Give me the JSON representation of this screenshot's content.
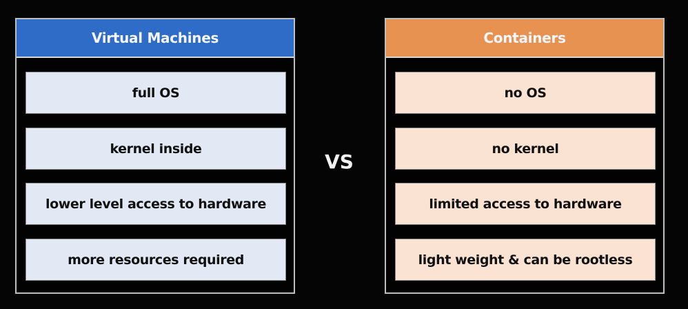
{
  "left_panel": {
    "title": "Virtual Machines",
    "color": "#2e6cc7",
    "items": [
      "full OS",
      "kernel inside",
      "lower level access to hardware",
      "more resources required"
    ]
  },
  "divider": {
    "label": "VS"
  },
  "right_panel": {
    "title": "Containers",
    "color": "#e89252",
    "items": [
      "no OS",
      "no kernel",
      "limited access to hardware",
      "light weight & can be rootless"
    ]
  }
}
